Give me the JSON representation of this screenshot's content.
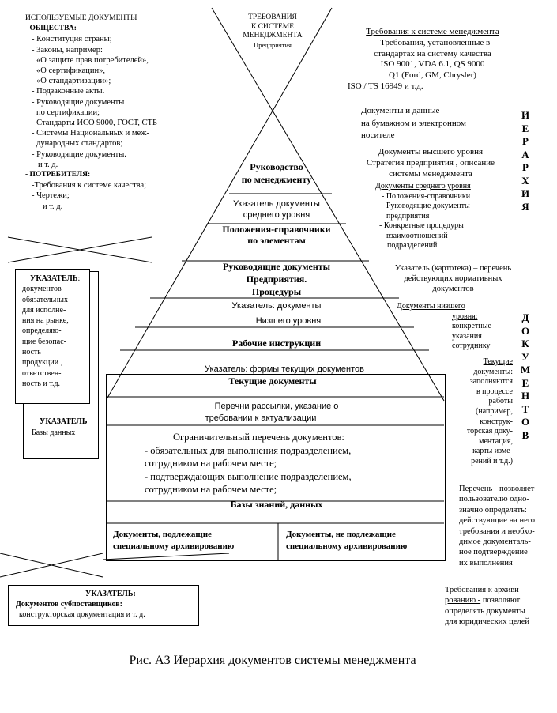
{
  "left_docs": {
    "title": "ИСПОЛЬЗУЕМЫЕ ДОКУМЕНТЫ",
    "society_label": "- ОБЩЕСТВА:",
    "society_items": [
      "- Конституция страны;",
      "- Законы, например:",
      "«О защите прав потребителей»,",
      "«О сертификации»,",
      "«О стандартизации»;",
      "- Подзаконные акты.",
      "- Руководящие документы",
      "по сертификации;",
      "- Стандарты ИСО 9000, ГОСТ,  СТБ",
      "- Системы Национальных и меж-",
      "дународных стандартов;",
      "- Руководящие документы.",
      "и т. д."
    ],
    "consumer_label": "- ПОТРЕБИТЕЛЯ:",
    "consumer_items": [
      "-Требования к системе качества;",
      "- Чертежи;",
      "и т. д."
    ]
  },
  "top_center": [
    "ТРЕБОВАНИЯ",
    "К СИСТЕМЕ",
    "МЕНЕДЖМЕНТА",
    "Предприятия"
  ],
  "right_req": {
    "title": "Требования к системе менеджмента",
    "lines": [
      "- Требования, установленные в",
      "стандартах на систему качества",
      "ISO  9001, VDA 6.1, QS 9000",
      "Q1 (Ford, GM, Chrysler)",
      "ISO / TS 16949 и т.д."
    ]
  },
  "right_docs_data": [
    "Документы и данные -",
    "на бумажном и электронном",
    "носителе"
  ],
  "hierarchy_letters": [
    "И",
    "Е",
    "Р",
    "А",
    "Р",
    "Х",
    "И",
    "Я"
  ],
  "documents_letters": [
    "Д",
    "О",
    "К",
    "У",
    "М",
    "Е",
    "Н",
    "Т",
    "О",
    "В"
  ],
  "upper_level": [
    "Документы высшего уровня",
    "Стратегия предприятия , описание",
    "системы менеджмента"
  ],
  "middle_level": {
    "title": "Документы среднего уровня",
    "items": [
      "- Положения-справочники",
      "- Руководящие документы",
      "предприятия",
      "-  Конкретные  процедуры",
      "взаимоотношений",
      "подразделений"
    ]
  },
  "index_card": [
    "Указатель  (картотека) – перечень",
    "действующих  нормативных",
    "документов"
  ],
  "lower_level": {
    "title_1": "Документы   низшего",
    "title_2": "уровня:",
    "lines": [
      "конкретные",
      "указания",
      "сотруднику"
    ]
  },
  "current_docs": {
    "title": "Текущие",
    "lines": [
      "документы:",
      "заполняются",
      "в процессе",
      "работы",
      "(например,",
      "конструк-",
      "торская доку-",
      "ментация,",
      "карты изме-",
      "рений и т.д.)"
    ]
  },
  "list_note": {
    "title": "Перечень - ",
    "lines_first": "позволяет",
    "lines": [
      "пользователю одно-",
      "значно определять:",
      "действующие на него",
      "требования и  необхо-",
      "димое документаль-",
      "ное  подтверждение",
      "их выполнения"
    ]
  },
  "archive_note": {
    "line1": "Требования к  архиви-",
    "title2": "рованию -",
    "rest2": "  позволяют",
    "lines": [
      "определять  документы",
      "для юридических целей"
    ]
  },
  "pyramid": {
    "management_manual": [
      "Руководство",
      "по менеджменту"
    ],
    "mid_index": [
      "Указатель  документы",
      "среднего уровня"
    ],
    "regulations": [
      "Положения-справочники",
      "по    элементам"
    ],
    "guiding": [
      "Руководящие документы",
      "Предприятия.",
      "Процедуры"
    ],
    "low_index": [
      "Указатель: документы",
      "Низшего уровня"
    ],
    "work_instructions": "Рабочие инструкции",
    "forms_index": "Указатель:  формы текущих документов",
    "current_docs": "Текущие документы",
    "mailing": [
      "Перечни  рассылки, указание о",
      "требовании к актуализации"
    ],
    "restrictive_title": "Ограничительный перечень  документов:",
    "restrictive_items": [
      "-      обязательных для выполнения подразделением,",
      "сотрудником на рабочем месте;",
      "-      подтверждающих выполнение подразделением,",
      "сотрудником на рабочем месте;"
    ],
    "knowledge_base": "Базы знаний, данных",
    "archived": [
      "Документы, подлежащие",
      "специальному архивированию"
    ],
    "not_archived": [
      "Документы,  не подлежащие",
      "специальному архивированию"
    ]
  },
  "index_box_1": {
    "title": "УКАЗАТЕЛЬ",
    "lines": [
      "документов",
      "обязательных",
      "для исполне-",
      "ния на рынке,",
      "определяю-",
      "щие безопас-",
      "ность",
      "продукции ,",
      "ответствен-",
      "ность  и т.д."
    ]
  },
  "index_box_2": {
    "title": "УКАЗАТЕЛЬ",
    "line": "Базы данных"
  },
  "index_box_3": {
    "title": "УКАЗАТЕЛЬ:",
    "subtitle": "Документов субпоставщиков:",
    "line": "конструкторская документация  и  т. д."
  },
  "caption": "Рис. А3 Иерархия документов системы менеджмента"
}
